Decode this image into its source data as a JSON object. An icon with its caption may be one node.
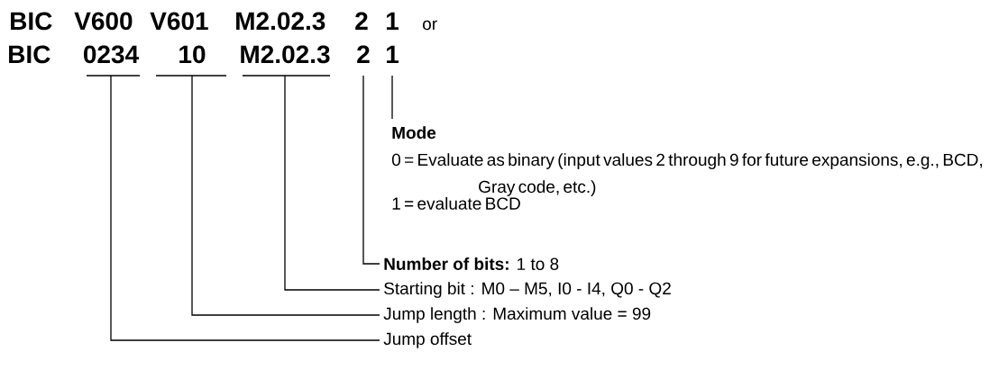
{
  "diagram": {
    "nodes": [
      {
        "text": [
          "0234"
        ]
      },
      {
        "text": [
          "10"
        ]
      },
      {
        "text": [
          "M2.02.3"
        ]
      },
      {
        "text": [
          "2"
        ]
      },
      {
        "text": [
          "1"
        ]
      },
      {
        "text": [
          "Mode",
          "0 = Evaluate as binary (input values 2 through 9 for future expansions, e.g., BCD, Gray code, etc.)",
          "1 = evaluate BCD"
        ]
      },
      {
        "text": [
          "**Number of bits:** 1 to 8"
        ]
      },
      {
        "text": [
          "Starting bit : M0 – M5, I0 - I4, Q0 - Q2"
        ]
      },
      {
        "text": [
          "Jump length : Maximum value = 99"
        ]
      },
      {
        "text": [
          "Jump offset"
        ]
      }
    ],
    "edges": [
      {
        "from": 5,
        "to": 4,
        "arrow": "none"
      },
      {
        "from": 6,
        "to": 3,
        "arrow": "none"
      },
      {
        "from": 7,
        "to": 2,
        "arrow": "none"
      },
      {
        "from": 8,
        "to": 1,
        "arrow": "none"
      },
      {
        "from": 9,
        "to": 0,
        "arrow": "none"
      }
    ],
    "labels": [
      "BIC",
      "V600",
      "V601",
      "M2.02.3",
      "2",
      "1",
      "or",
      "BIC"
    ]
  }
}
